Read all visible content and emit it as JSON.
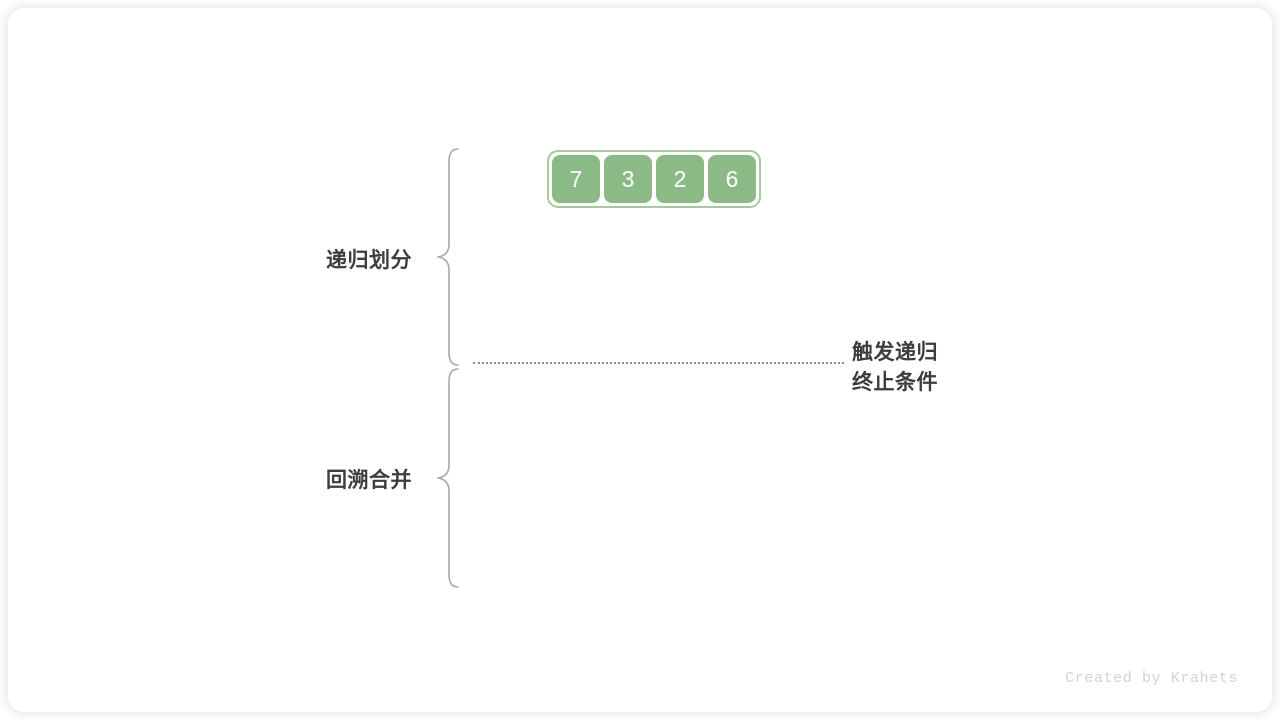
{
  "figure": {
    "sections": [
      {
        "id": "divide",
        "label": "递归划分"
      },
      {
        "id": "merge",
        "label": "回溯合并"
      }
    ],
    "annotation": {
      "line1": "触发递归",
      "line2": "终止条件"
    },
    "array": {
      "cells": [
        {
          "value": "7"
        },
        {
          "value": "3"
        },
        {
          "value": "2"
        },
        {
          "value": "6"
        }
      ]
    },
    "colors": {
      "cell_fill": "#8cba87",
      "array_border": "#a5ca9e",
      "text": "#3d3d3d",
      "brace": "#a8a8a8",
      "dotted": "#8a8a8a",
      "credit": "#d2d2d2"
    },
    "credit": "Created by Krahets"
  }
}
